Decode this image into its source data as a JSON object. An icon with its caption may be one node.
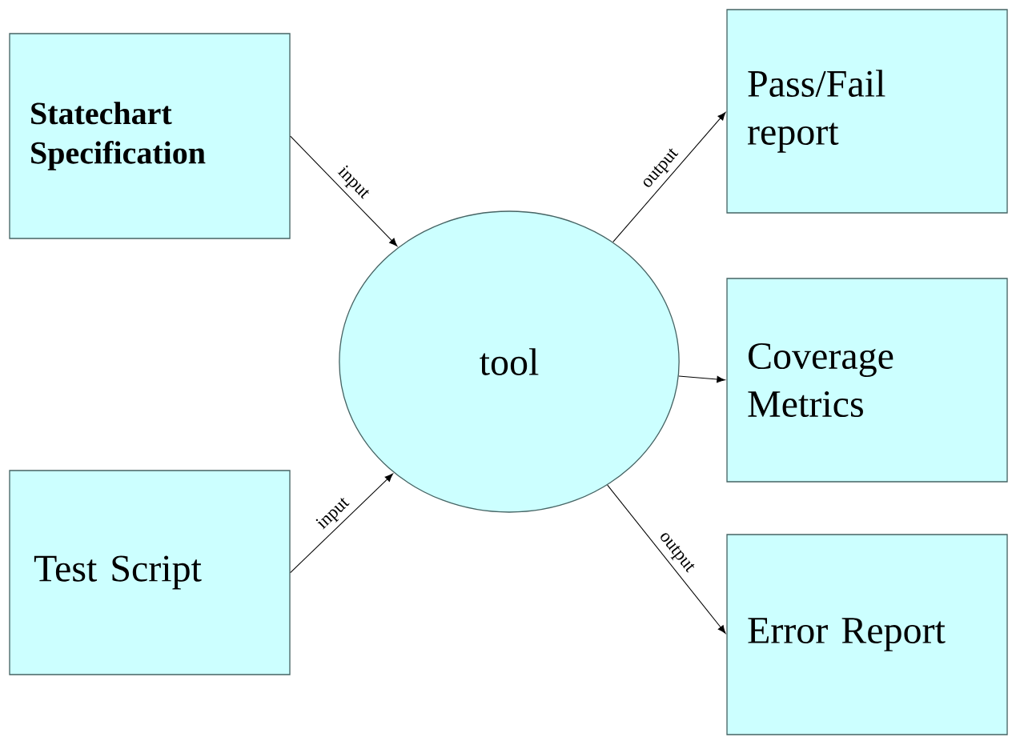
{
  "diagram": {
    "nodes": [
      {
        "text": [
          "Statechart Specification"
        ]
      },
      {
        "text": [
          "Test Script"
        ]
      },
      {
        "text": [
          "tool"
        ]
      },
      {
        "text": [
          "Pass/Fail report"
        ]
      },
      {
        "text": [
          "Coverage Metrics"
        ]
      },
      {
        "text": [
          "Error Report"
        ]
      }
    ],
    "edges": [
      {
        "from": 0,
        "to": 2,
        "arrow": "to",
        "label": "input"
      },
      {
        "from": 1,
        "to": 2,
        "arrow": "to",
        "label": "input"
      },
      {
        "from": 2,
        "to": 3,
        "arrow": "to",
        "label": "output"
      },
      {
        "from": 2,
        "to": 4,
        "arrow": "to"
      },
      {
        "from": 2,
        "to": 5,
        "arrow": "to",
        "label": "output"
      }
    ]
  }
}
